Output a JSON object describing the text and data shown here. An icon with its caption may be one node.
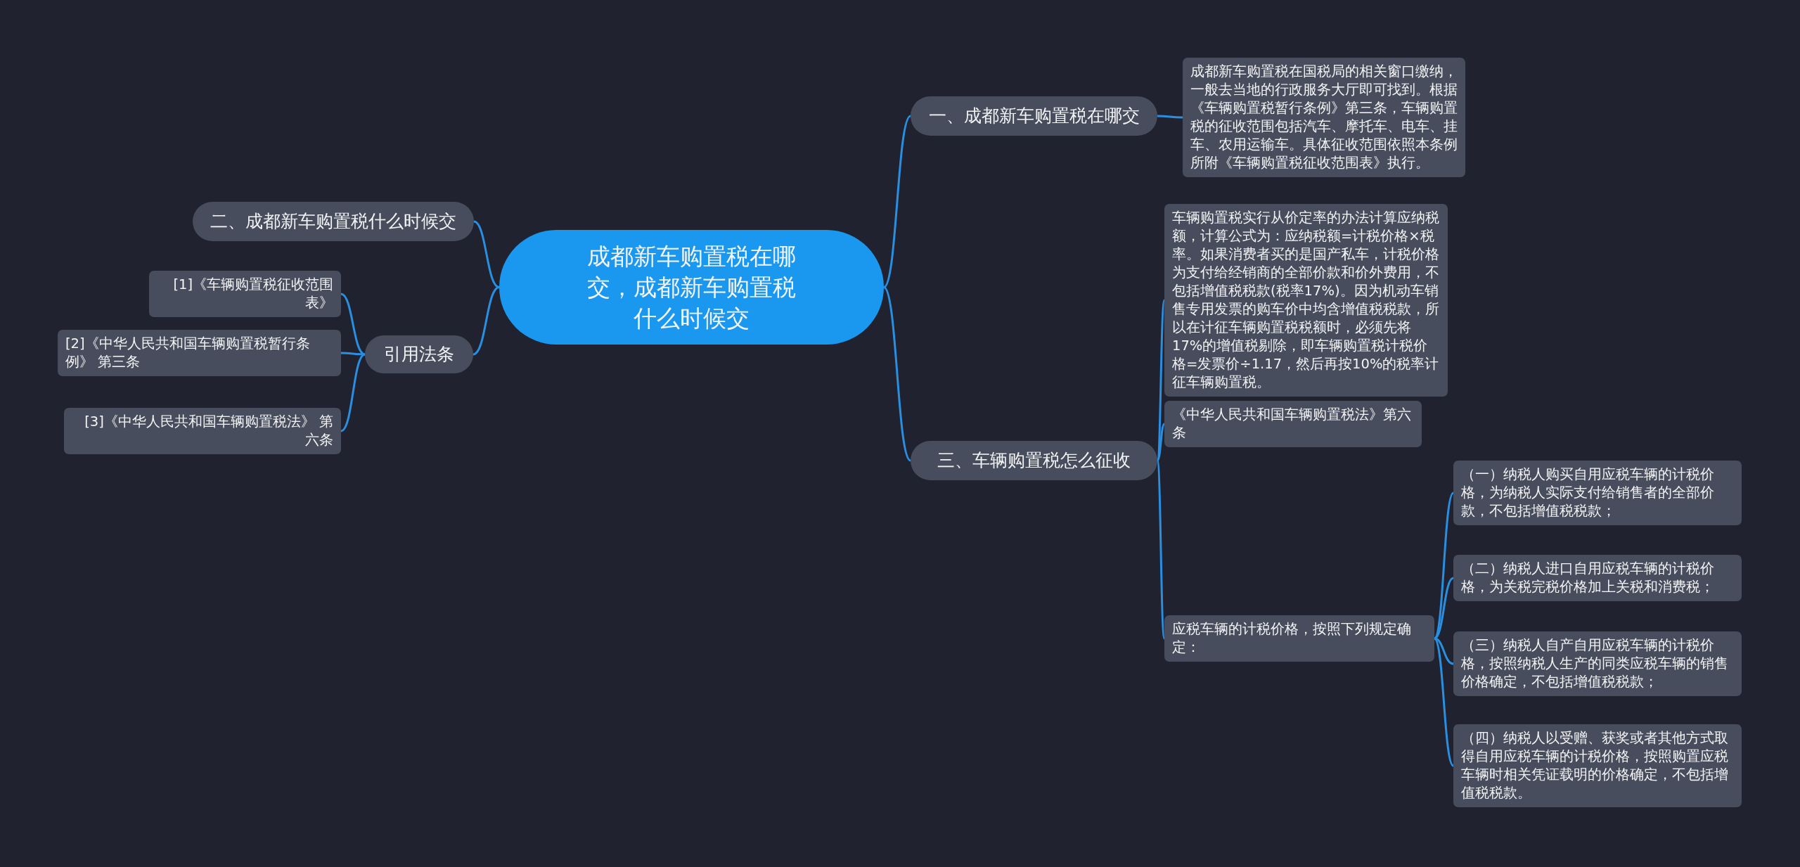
{
  "diagram": {
    "nodes": [
      {
        "text": [
          "成都新车购置税在哪交，成都新车购置税什么时候交"
        ]
      },
      {
        "text": [
          "一、成都新车购置税在哪交"
        ]
      },
      {
        "text": [
          "成都新车购置税在国税局的相关窗口缴纳，一般去当地的行政服务大厅即可找到。根据《车辆购置税暂行条例》第三条，车辆购置税的征收范围包括汽车、摩托车、电车、挂车、农用运输车。具体征收范围依照本条例所附《车辆购置税征收范围表》执行。"
        ]
      },
      {
        "text": [
          "二、成都新车购置税什么时候交"
        ]
      },
      {
        "text": [
          "引用法条"
        ]
      },
      {
        "text": [
          "[1]《车辆购置税征收范围表》"
        ]
      },
      {
        "text": [
          "[2]《中华人民共和国车辆购置税暂行条例》 第三条"
        ]
      },
      {
        "text": [
          "[3]《中华人民共和国车辆购置税法》 第六条"
        ]
      },
      {
        "text": [
          "三、车辆购置税怎么征收"
        ]
      },
      {
        "text": [
          "车辆购置税实行从价定率的办法计算应纳税额，计算公式为：应纳税额=计税价格×税率。如果消费者买的是国产私车，计税价格为支付给经销商的全部价款和价外费用，不包括增值税税款(税率17%)。因为机动车销售专用发票的购车价中均含增值税税款，所以在计征车辆购置税税额时，必须先将17%的增值税剔除，即车辆购置税计税价格=发票价÷1.17，然后再按10%的税率计征车辆购置税。"
        ]
      },
      {
        "text": [
          "《中华人民共和国车辆购置税法》第六条"
        ]
      },
      {
        "text": [
          "应税车辆的计税价格，按照下列规定确定："
        ]
      },
      {
        "text": [
          "（一）纳税人购买自用应税车辆的计税价格，为纳税人实际支付给销售者的全部价款，不包括增值税税款；"
        ]
      },
      {
        "text": [
          "（二）纳税人进口自用应税车辆的计税价格，为关税完税价格加上关税和消费税；"
        ]
      },
      {
        "text": [
          "（三）纳税人自产自用应税车辆的计税价格，按照纳税人生产的同类应税车辆的销售价格确定，不包括增值税税款；"
        ]
      },
      {
        "text": [
          "（四）纳税人以受赠、获奖或者其他方式取得自用应税车辆的计税价格，按照购置应税车辆时相关凭证载明的价格确定，不包括增值税税款。"
        ]
      }
    ],
    "edges": [
      {
        "from": 0,
        "to": 1,
        "arrow": "none"
      },
      {
        "from": 1,
        "to": 2,
        "arrow": "none"
      },
      {
        "from": 0,
        "to": 3,
        "arrow": "none"
      },
      {
        "from": 0,
        "to": 4,
        "arrow": "none"
      },
      {
        "from": 4,
        "to": 5,
        "arrow": "none"
      },
      {
        "from": 4,
        "to": 6,
        "arrow": "none"
      },
      {
        "from": 4,
        "to": 7,
        "arrow": "none"
      },
      {
        "from": 0,
        "to": 8,
        "arrow": "none"
      },
      {
        "from": 8,
        "to": 9,
        "arrow": "none"
      },
      {
        "from": 8,
        "to": 10,
        "arrow": "none"
      },
      {
        "from": 8,
        "to": 11,
        "arrow": "none"
      },
      {
        "from": 11,
        "to": 12,
        "arrow": "none"
      },
      {
        "from": 11,
        "to": 13,
        "arrow": "none"
      },
      {
        "from": 11,
        "to": 14,
        "arrow": "none"
      },
      {
        "from": 11,
        "to": 15,
        "arrow": "none"
      }
    ]
  }
}
